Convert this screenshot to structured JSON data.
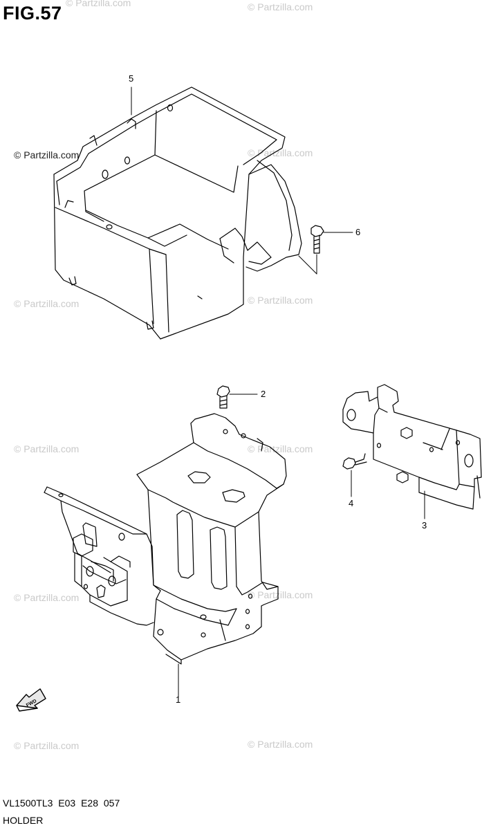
{
  "figure": {
    "title": "FIG.57"
  },
  "watermark": {
    "text": "© Partzilla.com"
  },
  "callouts": [
    "5",
    "6",
    "2",
    "4",
    "3",
    "1"
  ],
  "fwd_badge": {
    "text": "FWD"
  },
  "footer": {
    "model_code": "VL1500TL3  E03  E28  057",
    "part_group": "HOLDER"
  }
}
